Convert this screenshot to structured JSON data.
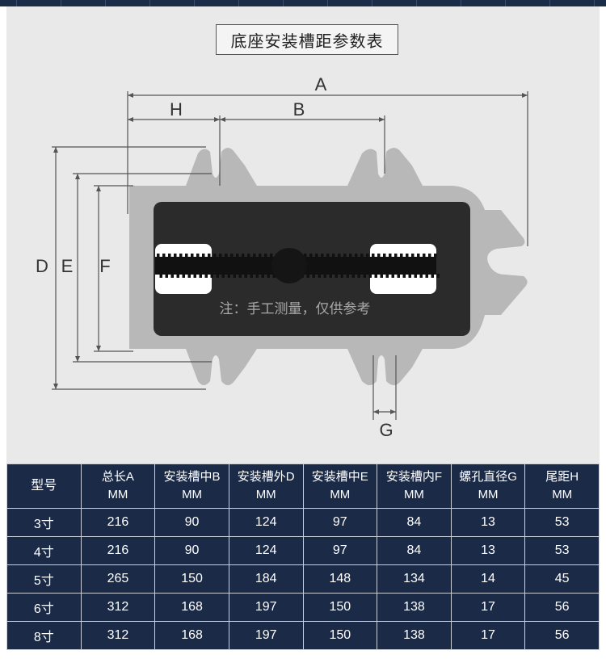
{
  "title": "底座安装槽距参数表",
  "note": "注：手工测量，仅供参考",
  "dimension_labels": {
    "A": "A",
    "B": "B",
    "H": "H",
    "D": "D",
    "E": "E",
    "F": "F",
    "G": "G"
  },
  "colors": {
    "panel_bg": "#e9e9e9",
    "base_gray": "#b8b8b8",
    "plate_dark": "#2b2b2b",
    "table_bg": "#1a2a47",
    "table_border": "#c9ced8"
  },
  "table": {
    "headers": [
      {
        "line1": "型号",
        "line2": ""
      },
      {
        "line1": "总长A",
        "line2": "MM"
      },
      {
        "line1": "安装槽中B",
        "line2": "MM"
      },
      {
        "line1": "安装槽外D",
        "line2": "MM"
      },
      {
        "line1": "安装槽中E",
        "line2": "MM"
      },
      {
        "line1": "安装槽内F",
        "line2": "MM"
      },
      {
        "line1": "螺孔直径G",
        "line2": "MM"
      },
      {
        "line1": "尾距H",
        "line2": "MM"
      }
    ],
    "rows": [
      [
        "3寸",
        "216",
        "90",
        "124",
        "97",
        "84",
        "13",
        "53"
      ],
      [
        "4寸",
        "216",
        "90",
        "124",
        "97",
        "84",
        "13",
        "53"
      ],
      [
        "5寸",
        "265",
        "150",
        "184",
        "148",
        "134",
        "14",
        "45"
      ],
      [
        "6寸",
        "312",
        "168",
        "197",
        "150",
        "138",
        "17",
        "56"
      ],
      [
        "8寸",
        "312",
        "168",
        "197",
        "150",
        "138",
        "17",
        "56"
      ]
    ]
  }
}
